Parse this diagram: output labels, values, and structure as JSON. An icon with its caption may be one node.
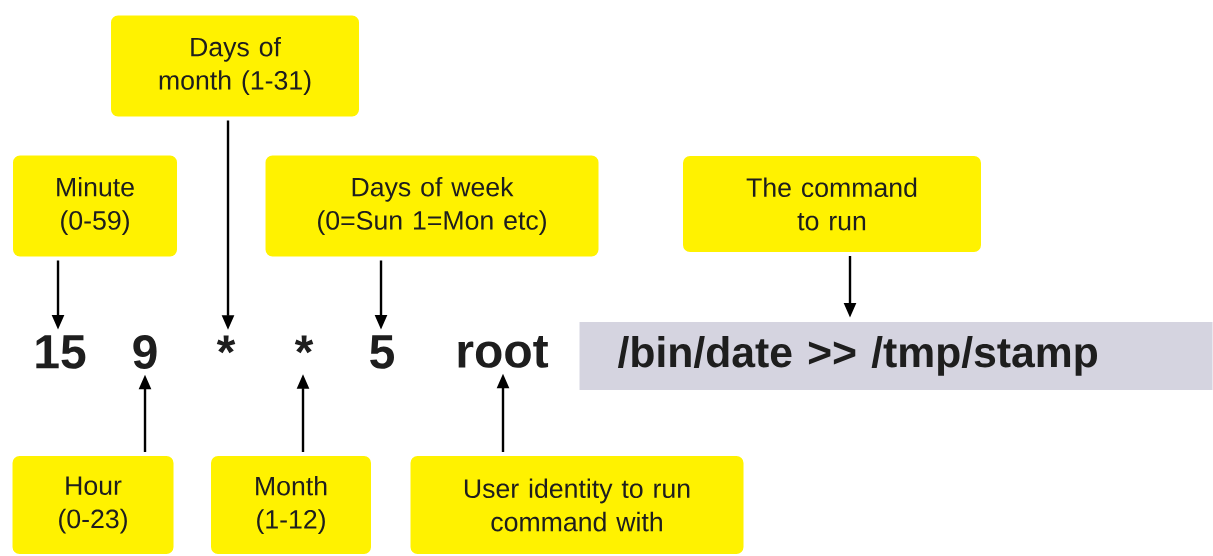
{
  "diagram": {
    "nodes": [
      {
        "text": [
          "Days of month (1-31)"
        ]
      },
      {
        "text": [
          "Minute (0-59)"
        ]
      },
      {
        "text": [
          "Days of week (0=Sun 1=Mon etc)"
        ]
      },
      {
        "text": [
          "The command to run"
        ]
      },
      {
        "text": [
          "15"
        ]
      },
      {
        "text": [
          "9"
        ]
      },
      {
        "text": [
          "*"
        ]
      },
      {
        "text": [
          "*"
        ]
      },
      {
        "text": [
          "5"
        ]
      },
      {
        "text": [
          "root"
        ]
      },
      {
        "text": [
          "/bin/date >> /tmp/stamp"
        ]
      },
      {
        "text": [
          "Hour (0-23)"
        ]
      },
      {
        "text": [
          "Month (1-12)"
        ]
      },
      {
        "text": [
          "User identity to run command with"
        ]
      }
    ],
    "edges": [
      {
        "from": 1,
        "to": 4,
        "arrow": "to"
      },
      {
        "from": 0,
        "to": 6,
        "arrow": "to"
      },
      {
        "from": 2,
        "to": 8,
        "arrow": "to"
      },
      {
        "from": 3,
        "to": 10,
        "arrow": "to"
      },
      {
        "from": 11,
        "to": 5,
        "arrow": "to"
      },
      {
        "from": 12,
        "to": 7,
        "arrow": "to"
      },
      {
        "from": 13,
        "to": 9,
        "arrow": "to"
      }
    ]
  }
}
